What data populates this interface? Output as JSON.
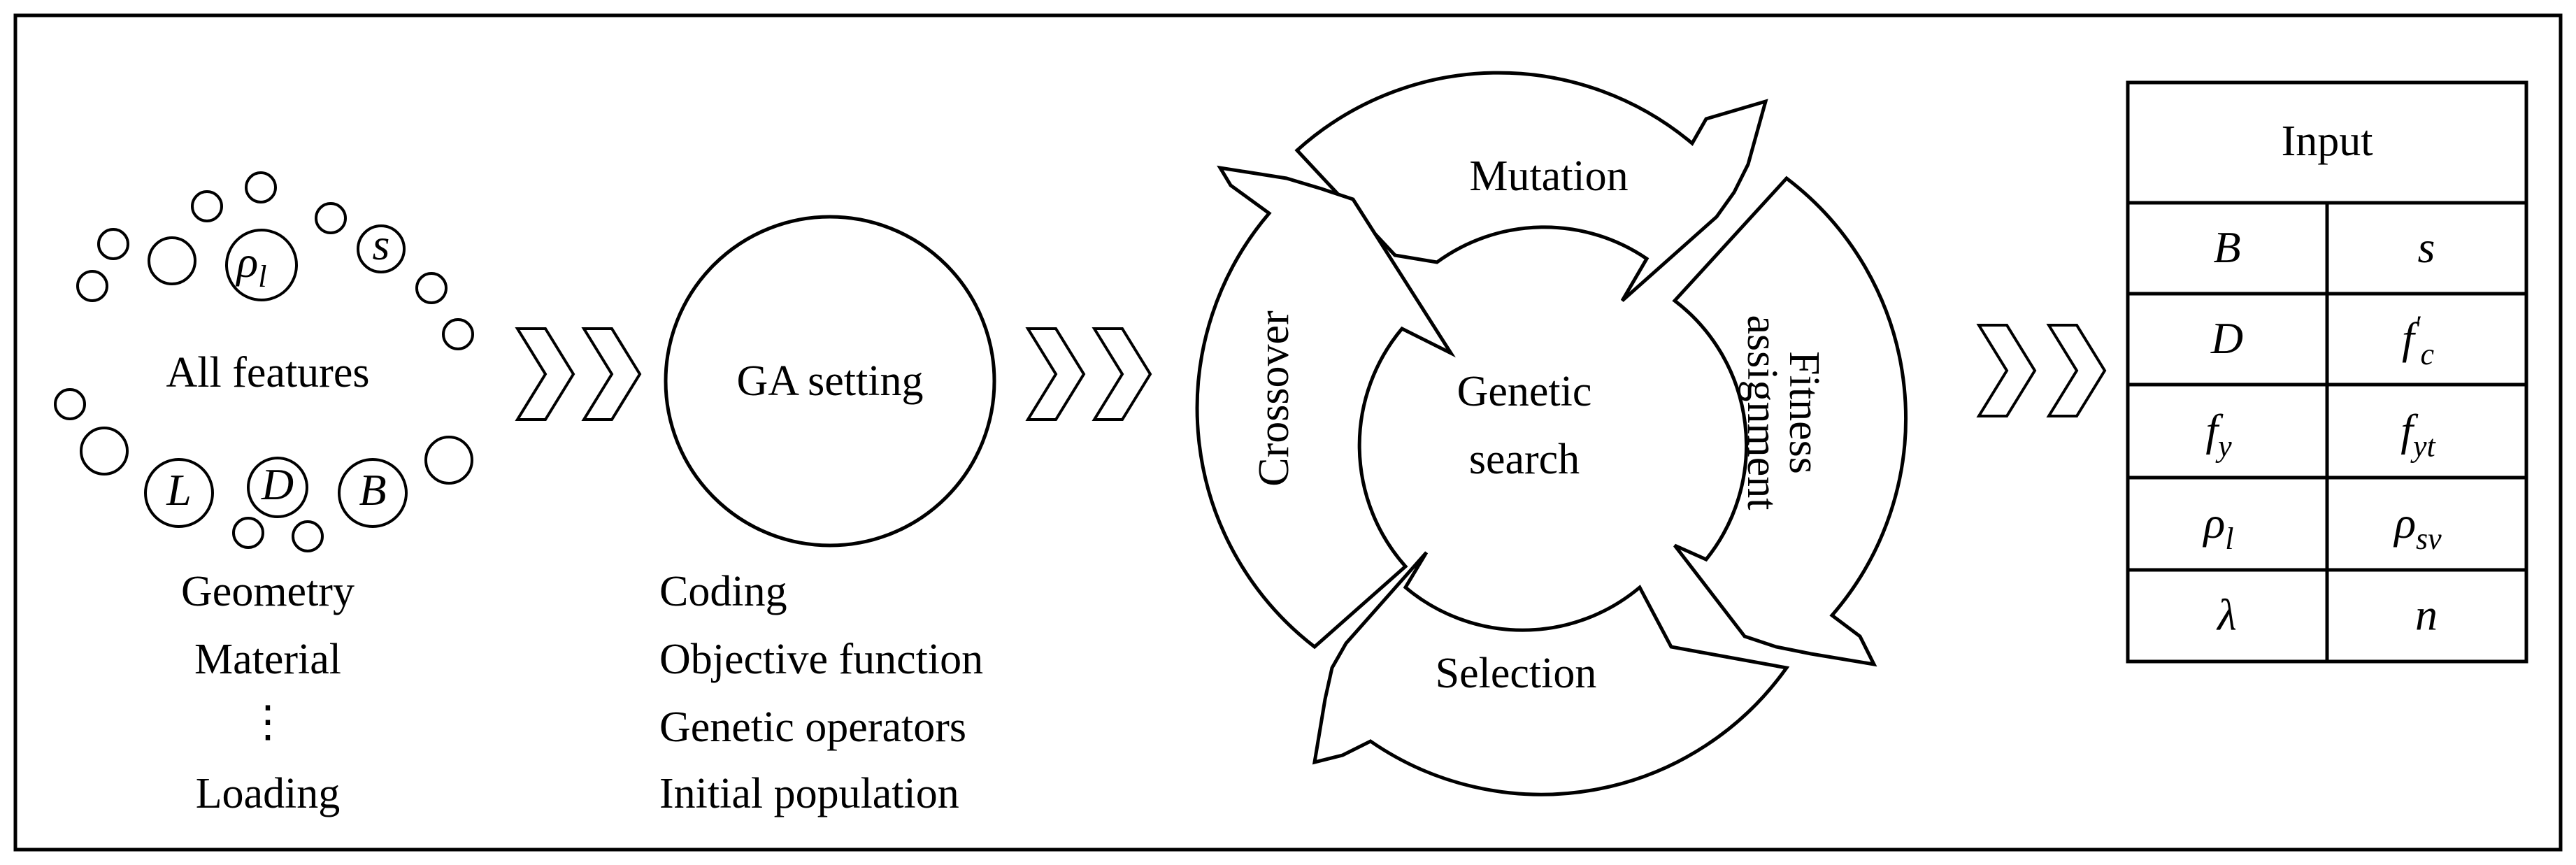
{
  "features": {
    "title": "All features",
    "circle_symbols": {
      "rho": "ρ",
      "rho_sub": "l",
      "s": "s",
      "L": "L",
      "D": "D",
      "B": "B"
    },
    "categories": [
      "Geometry",
      "Material",
      "⋮",
      "Loading"
    ]
  },
  "ga": {
    "title": "GA setting",
    "items": [
      "Coding",
      "Objective function",
      "Genetic operators",
      "Initial population"
    ]
  },
  "cycle": {
    "center_line1": "Genetic",
    "center_line2": "search",
    "mutation": "Mutation",
    "fitness_line1": "Fitness",
    "fitness_line2": "assignment",
    "selection": "Selection",
    "crossover": "Crossover"
  },
  "input_table": {
    "header": "Input",
    "rows": [
      [
        {
          "base": "B",
          "sub": ""
        },
        {
          "base": "s",
          "sub": ""
        }
      ],
      [
        {
          "base": "D",
          "sub": ""
        },
        {
          "base": "f",
          "sub": "c",
          "sup": "′"
        }
      ],
      [
        {
          "base": "f",
          "sub": "y"
        },
        {
          "base": "f",
          "sub": "yt"
        }
      ],
      [
        {
          "base": "ρ",
          "sub": "l"
        },
        {
          "base": "ρ",
          "sub": "sv"
        }
      ],
      [
        {
          "base": "λ",
          "sub": ""
        },
        {
          "base": "n",
          "sub": ""
        }
      ]
    ]
  }
}
